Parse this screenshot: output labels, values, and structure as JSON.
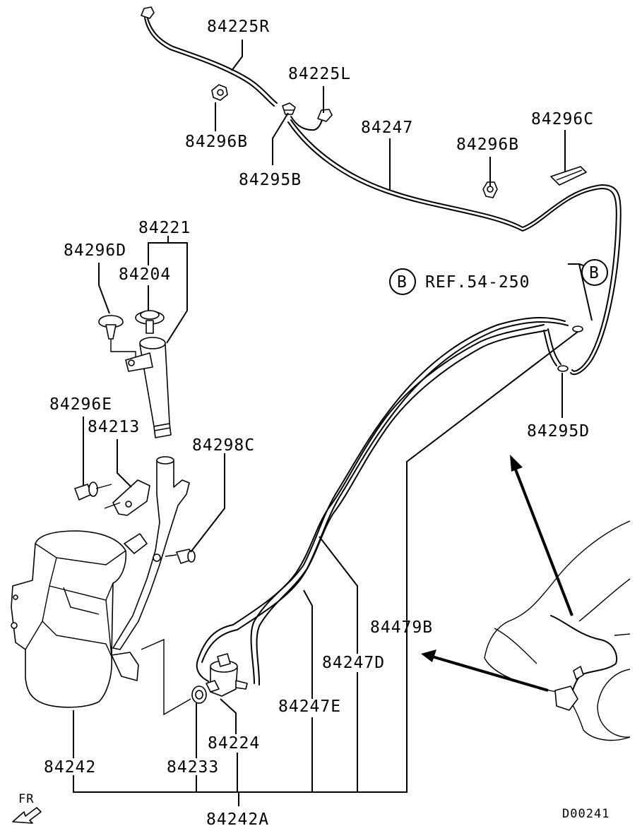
{
  "diagram_id": "D00241",
  "fr_label": "FR",
  "ref": {
    "badge": "B",
    "text": "REF.54-250"
  },
  "ref_badge_right": "B",
  "parts": {
    "p84225R": "84225R",
    "p84225L": "84225L",
    "p84247": "84247",
    "p84296C": "84296C",
    "p84296B_left": "84296B",
    "p84296B_right": "84296B",
    "p84295B": "84295B",
    "p84221": "84221",
    "p84296D": "84296D",
    "p84204": "84204",
    "p84296E": "84296E",
    "p84213": "84213",
    "p84298C": "84298C",
    "p84295D": "84295D",
    "p84479B": "84479B",
    "p84247D": "84247D",
    "p84247E": "84247E",
    "p84224": "84224",
    "p84242": "84242",
    "p84233": "84233",
    "p84242A": "84242A"
  }
}
